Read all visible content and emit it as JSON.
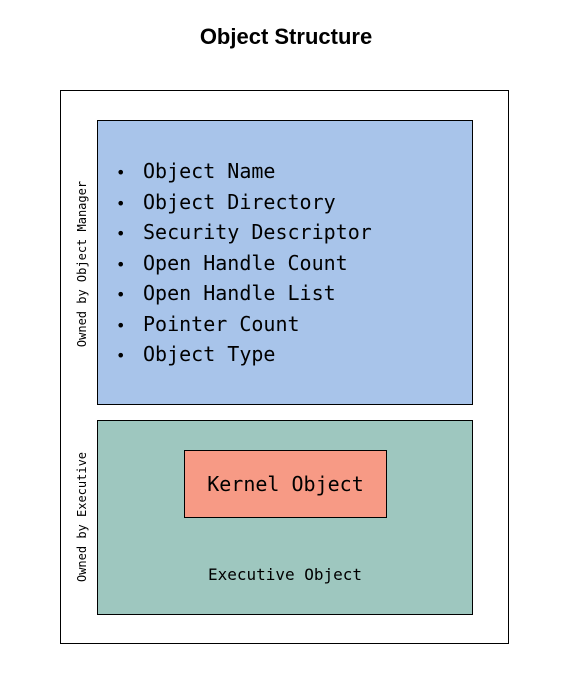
{
  "title": "Object Structure",
  "header": {
    "side_label": "Owned by Object Manager",
    "attributes": [
      "Object Name",
      "Object Directory",
      "Security Descriptor",
      "Open Handle Count",
      "Open Handle List",
      "Pointer Count",
      "Object Type"
    ],
    "color": "#a8c4ea"
  },
  "body": {
    "side_label": "Owned by Executive",
    "kernel_label": "Kernel Object",
    "executive_label": "Executive Object",
    "color": "#9ec7bf",
    "kernel_color": "#f79a85"
  }
}
